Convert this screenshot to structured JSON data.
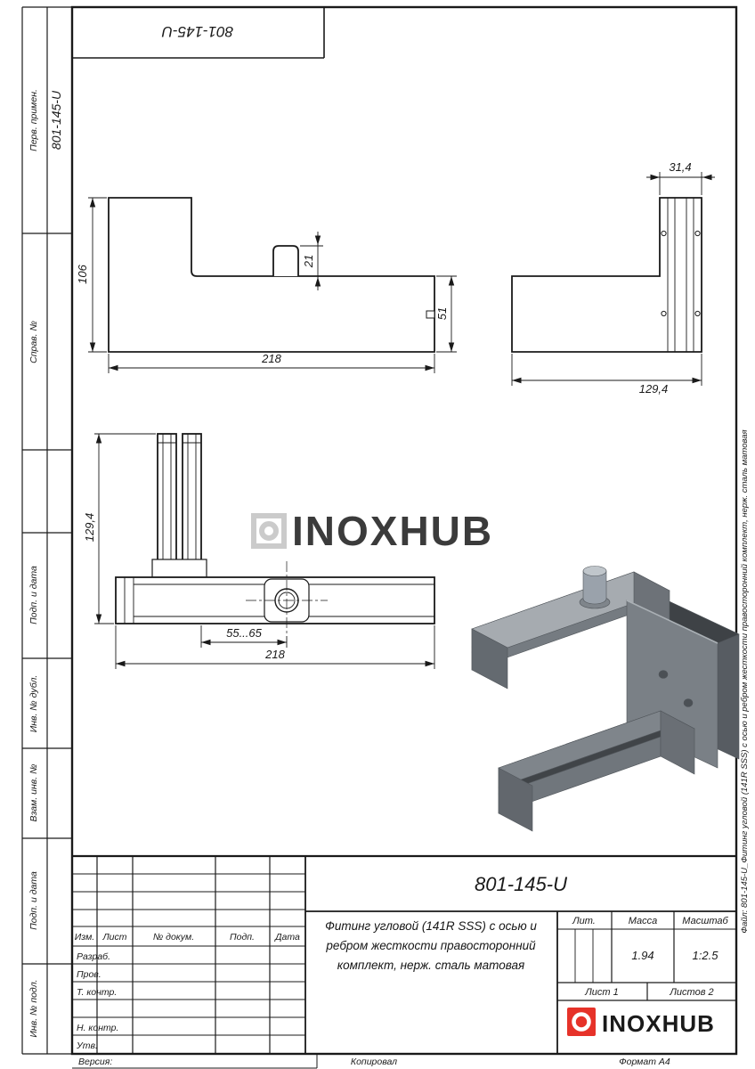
{
  "sheet": {
    "stamp_part_number": "801-145-U",
    "file_note": "Файл: 801-145-U_Фитинг угловой (141R SSS) с осью и ребром жесткости правосторонний комплект, нерж. сталь матовая",
    "footer": {
      "version": "Версия:",
      "copied": "Копировал",
      "format": "Формат A4"
    }
  },
  "margin_labels": {
    "perv_primen": "Перв. примен.",
    "part_number_vertical": "801-145-U",
    "sprav_no": "Справ. №",
    "podp_i_data_1": "Подп. и дата",
    "inv_no_dubl": "Инв. № дубл.",
    "vzam_inv_no": "Взам. инв. №",
    "podp_i_data_2": "Подп. и дата",
    "inv_no_podl": "Инв. № подл."
  },
  "watermark": {
    "text": "INOXHUB"
  },
  "dims": {
    "front_height": "106",
    "front_pin": "21",
    "front_arm": "51",
    "front_length": "218",
    "side_width": "31,4",
    "side_depth": "129,4",
    "plan_depth": "129,4",
    "plan_axis_range": "55...65",
    "plan_length": "218"
  },
  "title_block": {
    "doc_number": "801-145-U",
    "description": "Фитинг угловой (141R SSS) с осью и ребром жесткости правосторонний комплект, нерж. сталь матовая",
    "col_izm": "Изм.",
    "col_list": "Лист",
    "col_doc": "№ докум.",
    "col_podp": "Подп.",
    "col_data": "Дата",
    "row_razrab": "Разраб.",
    "row_prov": "Пров.",
    "row_tkontr": "Т. контр.",
    "row_nkontr": "Н. контр.",
    "row_utv": "Утв.",
    "lit_label": "Лит.",
    "massa_label": "Масса",
    "massa_value": "1.94",
    "masshtab_label": "Масштаб",
    "masshtab_value": "1:2.5",
    "sheet_label": "Лист 1",
    "sheets_label": "Листов 2",
    "logo_text": "INOXHUB"
  },
  "colors": {
    "line": "#1a1a1a",
    "logo_red": "#e63229",
    "logo_text_dark": "#1d242e",
    "watermark_gray": "#c3c3c3"
  }
}
